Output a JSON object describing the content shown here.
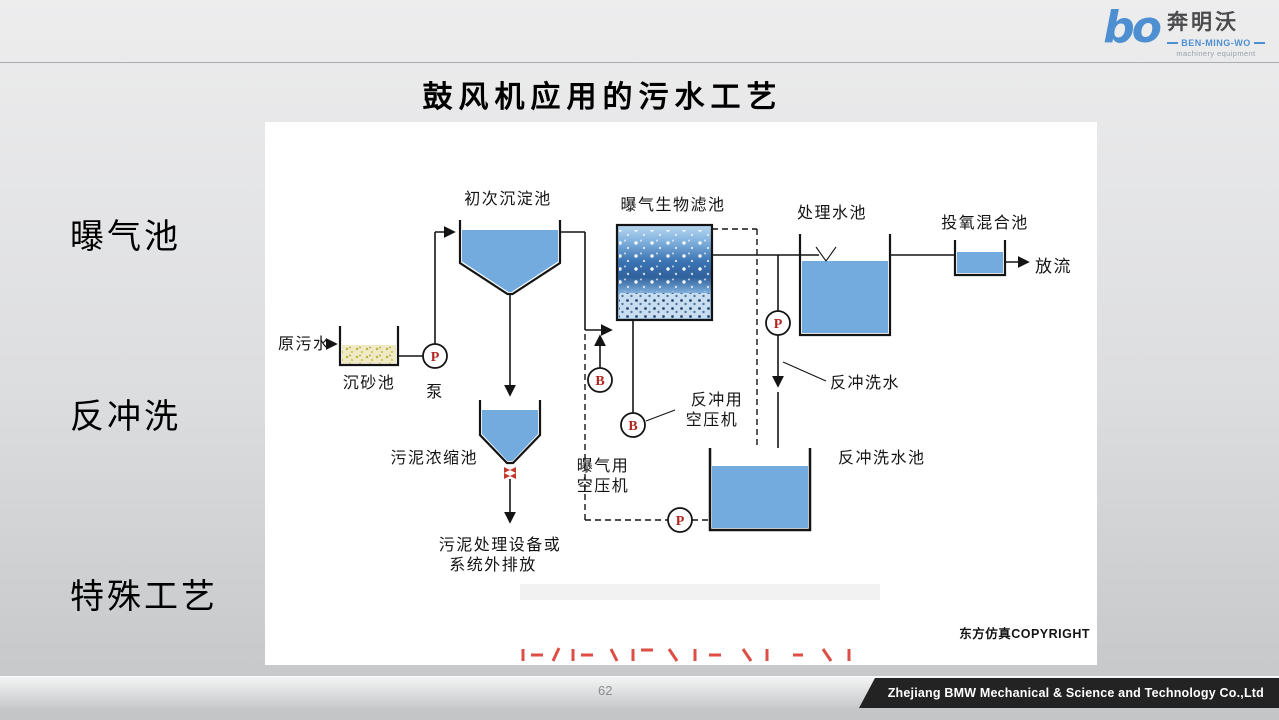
{
  "header": {
    "logo_mark": "bo",
    "brand_cn": "奔明沃",
    "brand_en": "BEN-MING-WO",
    "brand_tagline": "machinery equipment"
  },
  "slide": {
    "title": "鼓风机应用的污水工艺",
    "side_labels": [
      {
        "label": "曝气池"
      },
      {
        "label": "反冲洗"
      },
      {
        "label": "特殊工艺"
      }
    ]
  },
  "diagram": {
    "labels": {
      "primary_tank": "初次沉淀池",
      "biofilter": "曝气生物滤池",
      "treated_tank": "处理水池",
      "oxygen_mix_tank": "投氧混合池",
      "discharge": "放流",
      "raw_sewage": "原污水",
      "grit_tank": "沉砂池",
      "pump": "泵",
      "thickener": "污泥浓缩池",
      "sludge_line1": "污泥处理设备或",
      "sludge_line2": "系统外排放",
      "aeration_comp_line1": "曝气用",
      "aeration_comp_line2": "空压机",
      "backwash_comp_line1": "反冲用",
      "backwash_comp_line2": "空压机",
      "backwash_water": "反冲洗水",
      "backwash_tank": "反冲洗水池",
      "copyright": "东方仿真COPYRIGHT"
    },
    "symbols": {
      "pump": "P",
      "blower": "B"
    },
    "colors": {
      "water": "#74abdf",
      "line": "#141414",
      "symbol_red": "#b3251e",
      "brand_blue": "#4e8fd2"
    }
  },
  "footer": {
    "page_number": "62",
    "company": "Zhejiang BMW Mechanical &amp; Science and Technology Co.,Ltd"
  }
}
